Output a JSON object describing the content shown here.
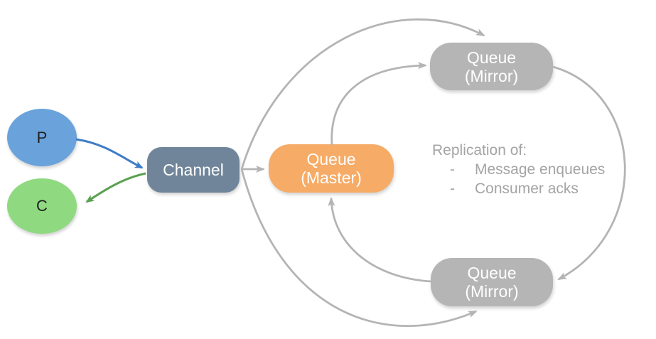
{
  "diagram": {
    "nodes": {
      "producer": {
        "label": "P"
      },
      "consumer": {
        "label": "C"
      },
      "channel": {
        "label": "Channel"
      },
      "master": {
        "line1": "Queue",
        "line2": "(Master)"
      },
      "mirror_top": {
        "line1": "Queue",
        "line2": "(Mirror)"
      },
      "mirror_bottom": {
        "line1": "Queue",
        "line2": "(Mirror)"
      }
    },
    "edges": [
      {
        "from": "producer",
        "to": "channel",
        "color": "blue"
      },
      {
        "from": "channel",
        "to": "consumer",
        "color": "green"
      },
      {
        "from": "channel",
        "to": "queue-master",
        "color": "gray"
      },
      {
        "from": "channel",
        "to": "queue-mirror-top",
        "color": "gray"
      },
      {
        "from": "channel",
        "to": "queue-mirror-bottom",
        "color": "gray"
      },
      {
        "from": "queue-master",
        "to": "queue-mirror-top",
        "color": "gray"
      },
      {
        "from": "queue-mirror-top",
        "to": "queue-mirror-bottom",
        "color": "gray"
      },
      {
        "from": "queue-mirror-bottom",
        "to": "queue-master",
        "color": "gray"
      }
    ],
    "annotation": {
      "title": "Replication of:",
      "bullet": "-",
      "items": [
        "Message enqueues",
        "Consumer acks"
      ]
    }
  },
  "colors": {
    "producer": "#6aa2db",
    "consumer": "#8fd980",
    "channel": "#708599",
    "master": "#f6ab66",
    "mirror": "#b5b5b5",
    "arrow-gray": "#b4b4b4",
    "arrow-blue": "#3d7cc8",
    "arrow-green": "#58a14e",
    "annotation-text": "#a4a4a4"
  }
}
